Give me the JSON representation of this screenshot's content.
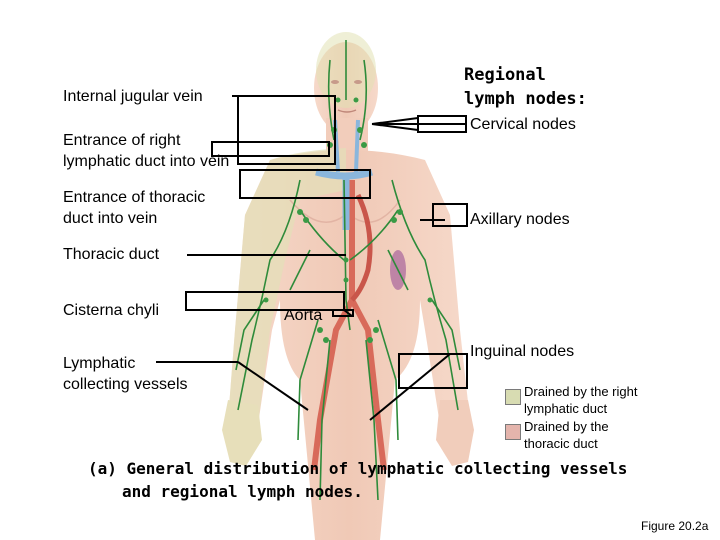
{
  "labels": {
    "internal_jugular_vein": "Internal jugular vein",
    "entrance_right_lymphatic_line1": "Entrance of right",
    "entrance_right_lymphatic_line2": "lymphatic duct into vein",
    "entrance_thoracic_line1": "Entrance of thoracic",
    "entrance_thoracic_line2": "duct into vein",
    "thoracic_duct": "Thoracic duct",
    "cisterna_chyli": "Cisterna chyli",
    "lymphatic_collecting_line1": "Lymphatic",
    "lymphatic_collecting_line2": "collecting vessels",
    "regional_line1": "Regional",
    "regional_line2": "lymph nodes:",
    "cervical_nodes": "Cervical nodes",
    "axillary_nodes": "Axillary nodes",
    "aorta": "Aorta",
    "inguinal_nodes": "Inguinal nodes"
  },
  "legend": {
    "right_line1": "Drained by the right",
    "right_line2": "lymphatic duct",
    "right_color": "#d8dcb2",
    "thoracic_line1": "Drained by the",
    "thoracic_line2": "thoracic duct",
    "thoracic_color": "#e4b4ac"
  },
  "caption": {
    "line1": "(a) General distribution of lymphatic collecting vessels",
    "line2": "and regional lymph nodes."
  },
  "figure_label": "Figure 20.2a",
  "colors": {
    "skin": "#f3d2c2",
    "skin_right_region": "#dfe1b6",
    "lymph_vessel": "#2e8b3a",
    "node": "#3a9a45",
    "artery": "#d86a5a",
    "vein": "#8ab6dc"
  }
}
